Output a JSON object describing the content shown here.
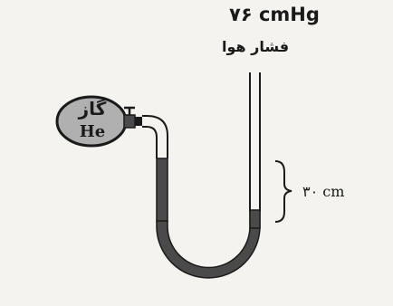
{
  "labels": {
    "pressure_value": "٧۶ cmHg",
    "pressure_caption": "فشار هوا",
    "gas_name": "گاز",
    "gas_symbol": "He",
    "height_difference": "۳۰ cm"
  },
  "colors": {
    "mercury": "#4a4a4a",
    "outline": "#1a1a1a",
    "bulb_fill": "#b0b0b0",
    "background": "#f4f3f0"
  }
}
